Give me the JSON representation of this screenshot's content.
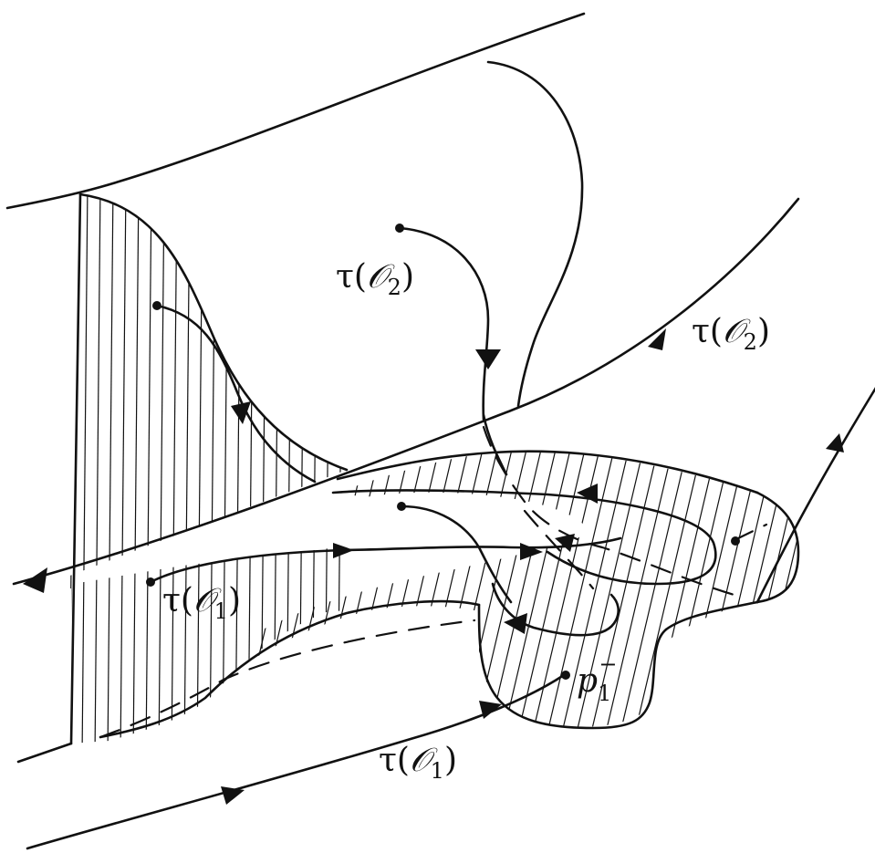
{
  "labels": {
    "tau_o2_top": {
      "prefix": "τ(",
      "symbol": "𝒪",
      "sub": "2",
      "suffix": ")"
    },
    "tau_o2_right": {
      "prefix": "τ(",
      "symbol": "𝒪",
      "sub": "2",
      "suffix": ")"
    },
    "tau_o1_mid": {
      "prefix": "τ(",
      "symbol": "𝒪",
      "sub": "1",
      "suffix": ")"
    },
    "tau_o1_bottom": {
      "prefix": "τ(",
      "symbol": "𝒪",
      "sub": "1",
      "suffix": ")"
    },
    "p1_minus": {
      "base": "p",
      "sub": "1",
      "sup": "−"
    }
  },
  "colors": {
    "ink": "#111111",
    "paper": "#ffffff"
  }
}
